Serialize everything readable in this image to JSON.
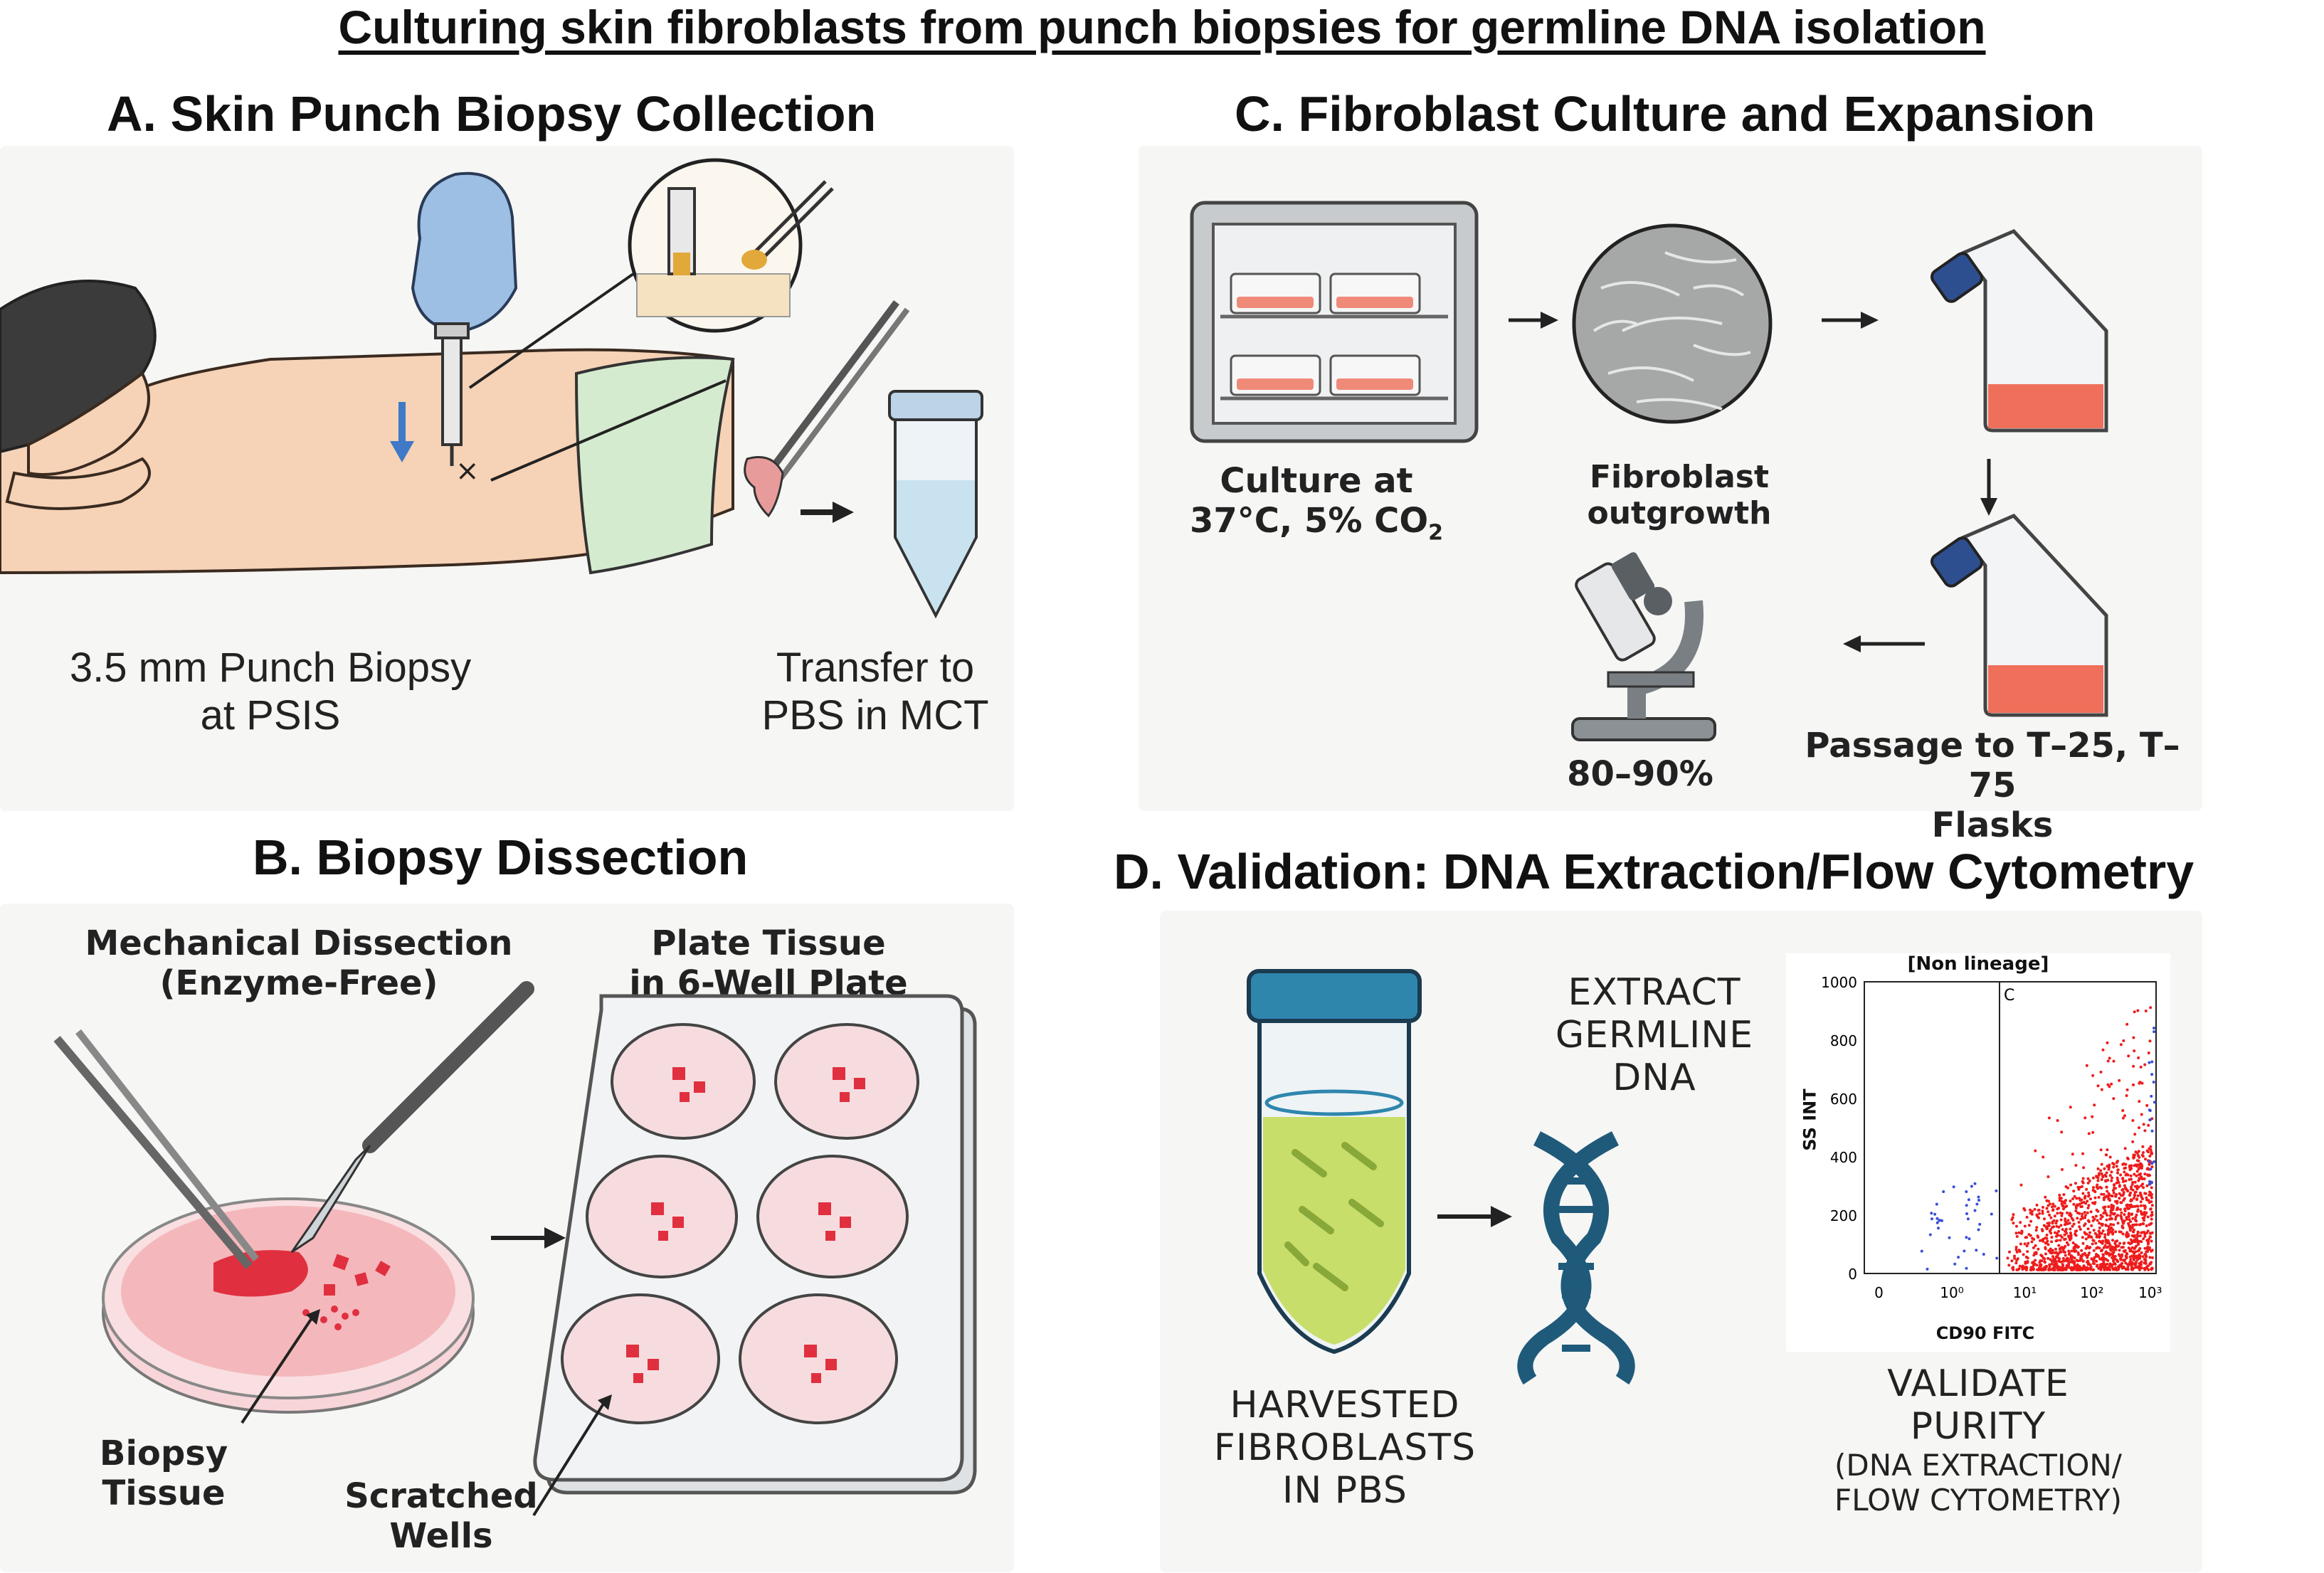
{
  "header": {
    "title": "Culturing skin fibroblasts from punch biopsies for germline DNA isolation"
  },
  "panel_a": {
    "title": "A. Skin Punch Biopsy Collection",
    "label_biopsy_1": "3.5 mm Punch Biopsy",
    "label_biopsy_2": "at PSIS",
    "label_transfer_1": "Transfer to",
    "label_transfer_2": "PBS in MCT"
  },
  "panel_b": {
    "title": "B. Biopsy Dissection",
    "label_mech_1": "Mechanical Dissection",
    "label_mech_2": "(Enzyme-Free)",
    "label_plate_1": "Plate Tissue",
    "label_plate_2": "in 6-Well Plate",
    "label_tissue_1": "Biopsy",
    "label_tissue_2": "Tissue",
    "label_wells_1": "Scratched",
    "label_wells_2": "Wells"
  },
  "panel_c": {
    "title": "C. Fibroblast Culture and Expansion",
    "label_culture_1": "Culture at",
    "label_culture_2": "37°C, 5% CO",
    "label_culture_sub": "2",
    "label_outgrowth": "Fibroblast outgrowth",
    "label_passage_1": "Passage to T–25, T–75",
    "label_passage_2": "Flasks",
    "label_confluence": "80–90%"
  },
  "panel_d": {
    "title": "D. Validation: DNA Extraction/Flow Cytometry",
    "label_harvest_1": "HARVESTED",
    "label_harvest_2": "FIBROBLASTS",
    "label_harvest_3": "IN PBS",
    "label_extract_1": "EXTRACT",
    "label_extract_2": "GERMLINE",
    "label_extract_3": "DNA",
    "label_validate_1": "VALIDATE",
    "label_validate_2": "PURITY",
    "label_validate_3": "(DNA EXTRACTION/",
    "label_validate_4": "FLOW CYTOMETRY)",
    "plot": {
      "title": "[Non lineage]",
      "gate_label": "C",
      "ylabel": "SS INT",
      "xlabel": "CD90 FITC",
      "y_ticks": [
        "0",
        "200",
        "400",
        "600",
        "800",
        "1000"
      ],
      "x_ticks": [
        "0",
        "10⁰",
        "10¹",
        "10²",
        "10³"
      ]
    }
  },
  "colors": {
    "glove": "#9cbfe3",
    "skin": "#f6d2b6",
    "drape": "#d5ebcf",
    "tissue_red": "#e0303f",
    "medium_pink": "#f4b8bc",
    "cap_blue": "#2d4f8f",
    "flask_fluid": "#ee7a64",
    "dna_blue": "#1f5a7a",
    "dot_red": "#ee1c1c",
    "dot_blue": "#3a4fd6"
  }
}
